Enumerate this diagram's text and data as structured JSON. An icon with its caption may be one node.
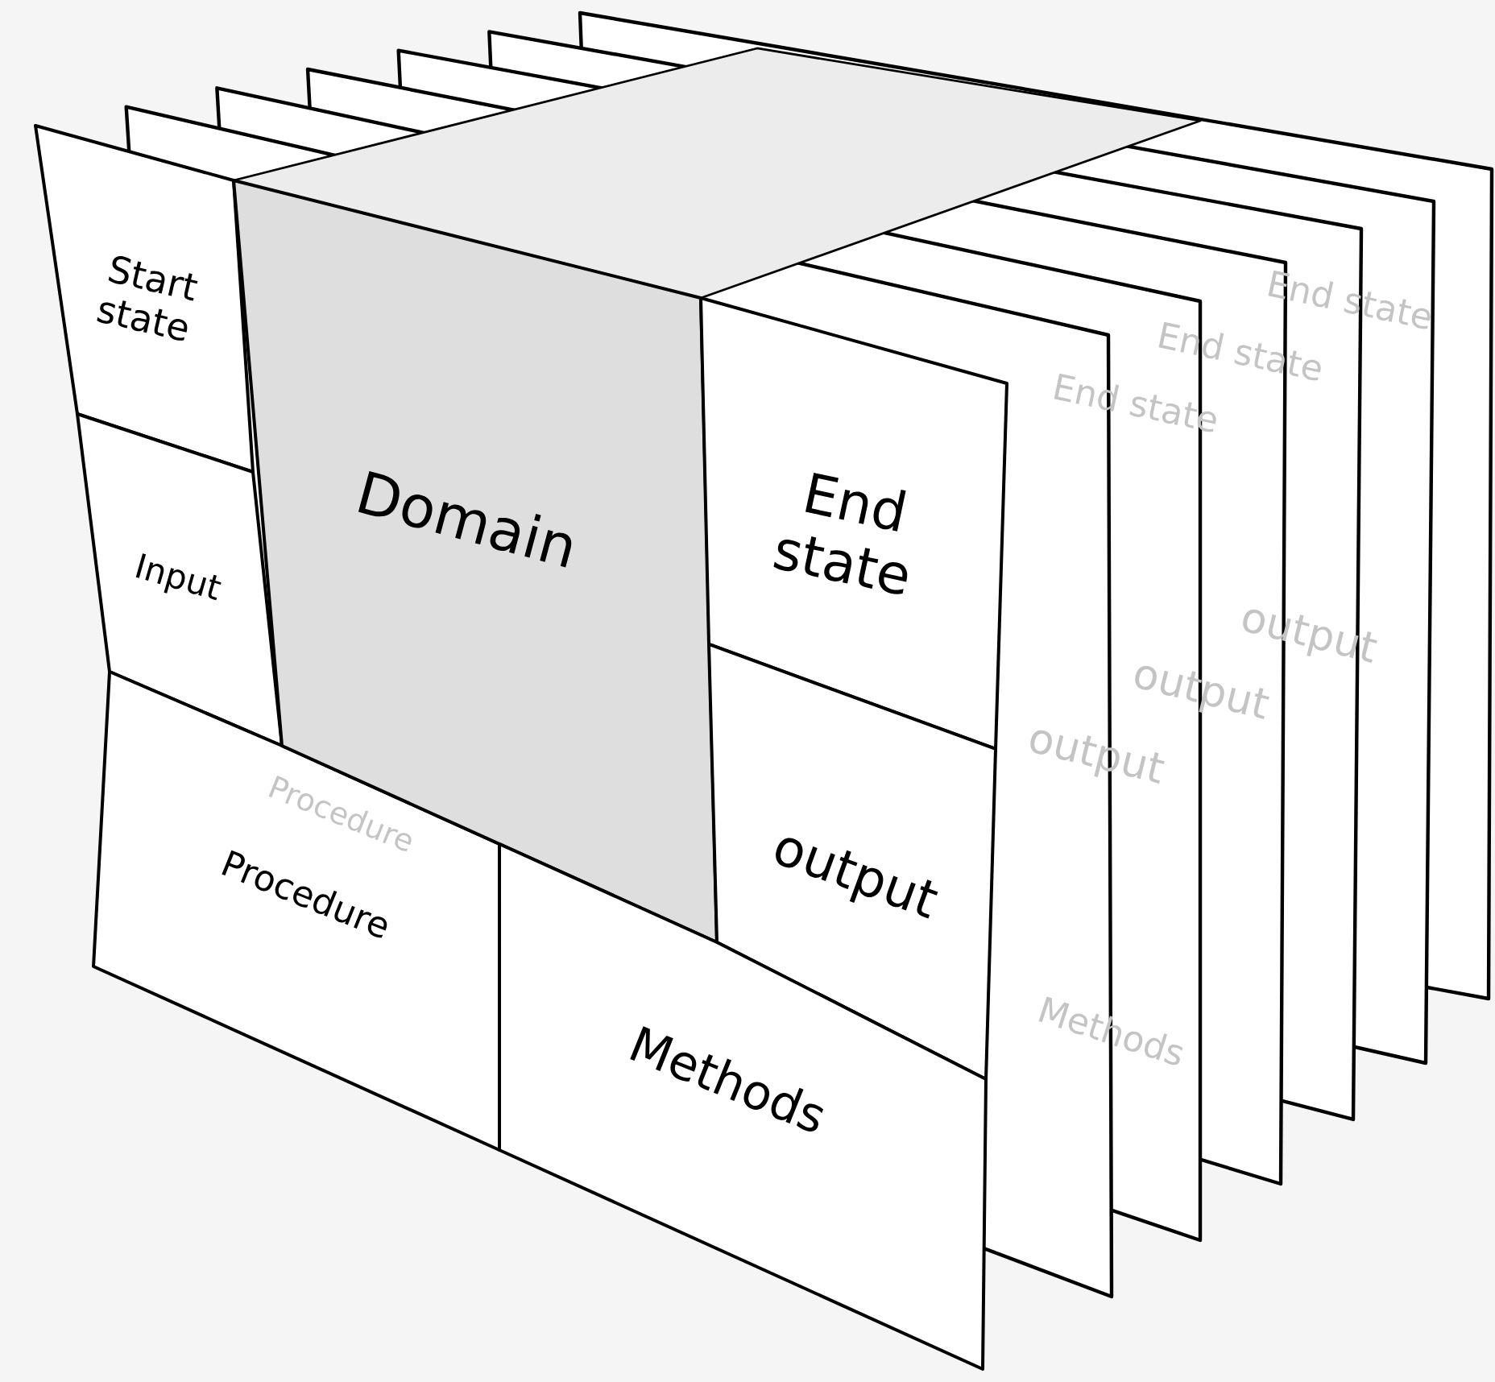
{
  "diagram": {
    "nodes": [
      {
        "text": [
          "Start state"
        ]
      },
      {
        "text": [
          "Input"
        ]
      },
      {
        "text": [
          "Procedure"
        ]
      },
      {
        "text": [
          "Domain"
        ]
      },
      {
        "text": [
          "End state"
        ]
      },
      {
        "text": [
          "output"
        ]
      },
      {
        "text": [
          "Methods"
        ]
      }
    ],
    "labels": [
      "End state",
      "End state",
      "End state",
      "output",
      "output",
      "output",
      "Methods",
      "Procedure"
    ]
  }
}
